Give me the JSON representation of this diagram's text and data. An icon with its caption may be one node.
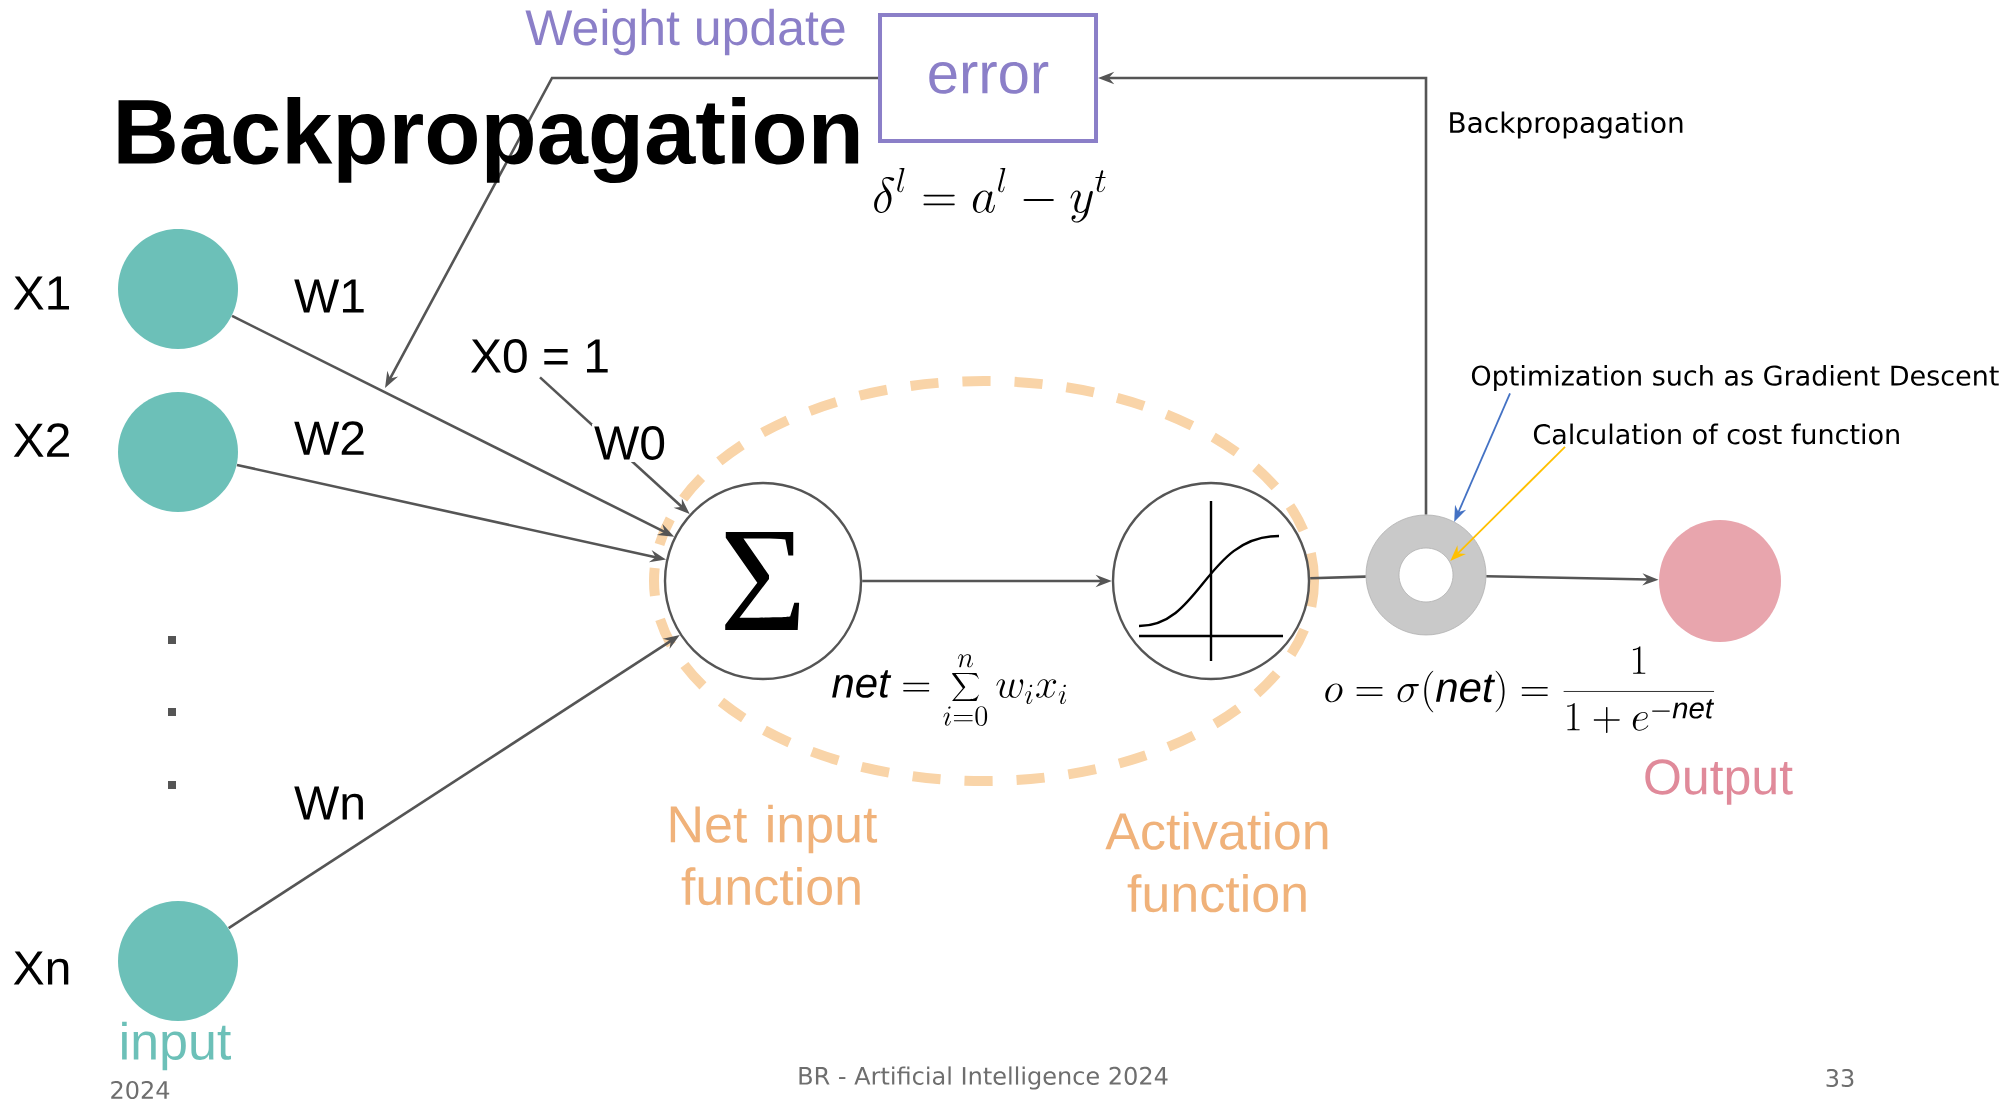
{
  "diagram": {
    "title": "Backpropagation",
    "nodes": [
      {
        "text": [],
        "shape": "circle",
        "beside": [
          "X1"
        ]
      },
      {
        "text": [],
        "shape": "circle",
        "beside": [
          "X2"
        ]
      },
      {
        "text": [],
        "shape": "circle",
        "beside": [
          "Xn"
        ]
      },
      {
        "text": [
          "X0 = 1"
        ]
      },
      {
        "text": [
          "Σ"
        ],
        "beside": [
          "Net input function"
        ]
      },
      {
        "text": [],
        "shape": "circle",
        "beside": [
          "Activation function"
        ]
      },
      {
        "text": [],
        "shape": "circle"
      },
      {
        "text": [],
        "shape": "circle",
        "beside": [
          "Output"
        ]
      },
      {
        "text": [
          "error"
        ]
      },
      {
        "text": [
          "Optimization such as Gradient Descent"
        ]
      },
      {
        "text": [
          "Calculation of cost function"
        ]
      }
    ],
    "edges": [
      {
        "from": 0,
        "to": 4,
        "arrow": "to",
        "label": "W1"
      },
      {
        "from": 1,
        "to": 4,
        "arrow": "to",
        "label": "W2"
      },
      {
        "from": 2,
        "to": 4,
        "arrow": "to",
        "label": "Wn"
      },
      {
        "from": 3,
        "to": 4,
        "arrow": "to",
        "label": "W0"
      },
      {
        "from": 4,
        "to": 5,
        "arrow": "to"
      },
      {
        "from": 5,
        "to": 6,
        "arrow": "none"
      },
      {
        "from": 6,
        "to": 7,
        "arrow": "to"
      },
      {
        "from": 6,
        "to": 8,
        "arrow": "to",
        "label": "Backpropagation"
      },
      {
        "from": 8,
        "to": null,
        "arrow": "to",
        "label": "Weight update"
      },
      {
        "from": 9,
        "to": 6,
        "arrow": "to",
        "color": "#4472c4"
      },
      {
        "from": 10,
        "to": 6,
        "arrow": "to",
        "color": "#ffc000"
      }
    ],
    "labels": [
      "\\delta^{l} = a^{l} - y^{t}",
      "\\mathit{net} = \\sum_{i=0}^{n} w_{i} x_{i}",
      "o = \\sigma(\\mathit{net}) = \\frac{1}{1+e^{-\\mathit{net}}}",
      "input",
      "2024",
      "BR - Artificial Intelligence 2024",
      "33"
    ]
  }
}
